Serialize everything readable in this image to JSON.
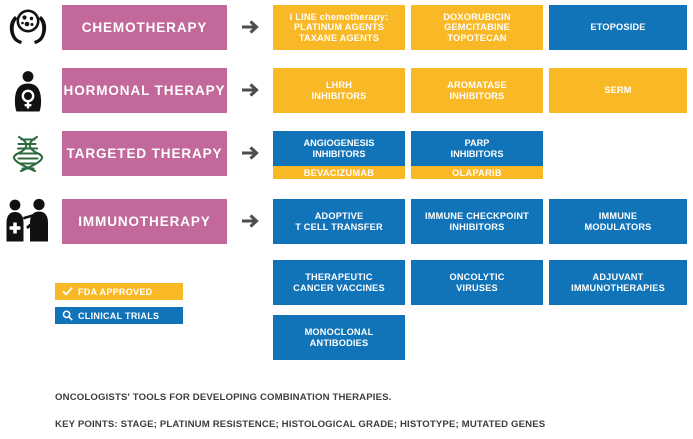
{
  "rows": [
    {
      "id": "chemotherapy",
      "icon": "cell-in-hands-icon",
      "label": "CHEMOTHERAPY",
      "items": [
        {
          "text": "I LINE chemotherapy:\nPLATINUM AGENTS\nTAXANE AGENTS",
          "style": "yellow"
        },
        {
          "text": "DOXORUBICIN\nGEMCITABINE\nTOPOTECAN",
          "style": "yellow"
        },
        {
          "text": "ETOPOSIDE",
          "style": "blue"
        }
      ]
    },
    {
      "id": "hormonal-therapy",
      "icon": "female-patient-icon",
      "label": "HORMONAL THERAPY",
      "items": [
        {
          "text": "LHRH\nINHIBITORS",
          "style": "yellow"
        },
        {
          "text": "AROMATASE\nINHIBITORS",
          "style": "yellow"
        },
        {
          "text": "SERM",
          "style": "yellow"
        }
      ]
    },
    {
      "id": "targeted-therapy",
      "icon": "dna-helix-icon",
      "label": "TARGETED THERAPY",
      "items": [
        {
          "text": "ANGIOGENESIS\nINHIBITORS",
          "style": "split",
          "sub": "BEVACIZUMAB"
        },
        {
          "text": "PARP\nINHIBITORS",
          "style": "split",
          "sub": "OLAPARIB"
        }
      ]
    },
    {
      "id": "immunotherapy",
      "icon": "doctor-patient-icon",
      "label": "IMMUNOTHERAPY",
      "items": [
        {
          "text": "ADOPTIVE\nT CELL TRANSFER",
          "style": "blue"
        },
        {
          "text": "IMMUNE CHECKPOINT\nINHIBITORS",
          "style": "blue"
        },
        {
          "text": "IMMUNE\nMODULATORS",
          "style": "blue"
        }
      ]
    }
  ],
  "immunotherapy_extra_rows": [
    [
      {
        "text": "THERAPEUTIC\nCANCER VACCINES",
        "style": "blue"
      },
      {
        "text": "ONCOLYTIC\nVIRUSES",
        "style": "blue"
      },
      {
        "text": "ADJUVANT\nIMMUNOTHERAPIES",
        "style": "blue"
      }
    ],
    [
      {
        "text": "MONOCLONAL\nANTIBODIES",
        "style": "blue"
      }
    ]
  ],
  "legend": [
    {
      "id": "fda-approved",
      "icon": "check-icon",
      "label": "FDA APPROVED",
      "style": "yellow",
      "color": "#f9b826"
    },
    {
      "id": "clinical-trials",
      "icon": "magnifier-icon",
      "label": "CLINICAL TRIALS",
      "style": "blue",
      "color": "#1173b8"
    }
  ],
  "footer": {
    "line1": "ONCOLOGISTS' TOOLS FOR DEVELOPING COMBINATION THERAPIES.",
    "line2": "KEY POINTS: STAGE; PLATINUM RESISTENCE; HISTOLOGICAL GRADE; HISTOTYPE; MUTATED GENES"
  },
  "colors": {
    "pink": "#c2689b",
    "yellow": "#f9b826",
    "blue": "#1173b8",
    "arrow": "#4d4d4d",
    "dna_green": "#2d6b3f",
    "text_dark": "#3d3d3d"
  }
}
